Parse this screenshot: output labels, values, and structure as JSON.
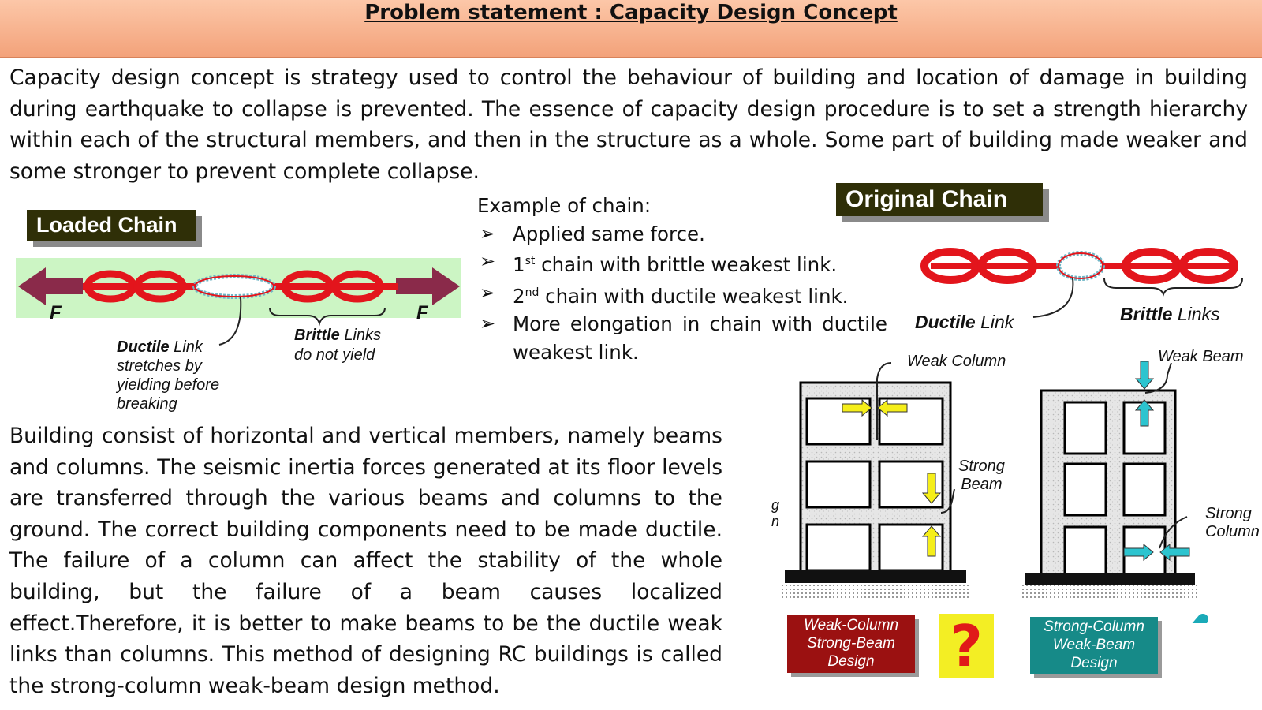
{
  "header": {
    "title": "Problem statement : Capacity Design Concept"
  },
  "intro": "Capacity design concept is strategy  used to control the behaviour of building and location of damage in building during earthquake to collapse is prevented. The essence of capacity design procedure is to set a strength hierarchy within each of the structural members, and then in the structure as a whole. Some part of building made weaker and some stronger to prevent complete collapse.",
  "loaded_chain": {
    "title": "Loaded Chain",
    "force_left": "F",
    "force_right": "F",
    "ductile_bold": "Ductile",
    "ductile_rest": " Link",
    "ductile_lines": [
      "stretches by",
      "yielding before",
      "breaking"
    ],
    "brittle_bold": "Brittle",
    "brittle_rest": " Links",
    "brittle_line2": "do not yield"
  },
  "example": {
    "heading": "Example of chain:",
    "item1": "Applied same force.",
    "item2_num": "1",
    "item2_sup": "st",
    "item2_text": " chain with brittle weakest link.",
    "item3_num": "2",
    "item3_sup": "nd",
    "item3_text": "  chain with ductile weakest link.",
    "item4": "More elongation in chain with ductile weakest link."
  },
  "original_chain": {
    "title": "Original Chain",
    "ductile_bold": "Ductile",
    "ductile_rest": " Link",
    "brittle_bold": "Brittle",
    "brittle_rest": " Links"
  },
  "frames": {
    "weak_column": "Weak Column",
    "strong_beam_1": "Strong",
    "strong_beam_2": "Beam",
    "weak_beam": "Weak Beam",
    "strong_column_1": "Strong",
    "strong_column_2": "Column",
    "cut_left_1": "g",
    "cut_left_2": "n"
  },
  "badges": {
    "weak_column": [
      "Weak-Column",
      "Strong-Beam",
      "Design"
    ],
    "strong_column": [
      "Strong-Column",
      "Weak-Beam",
      "Design"
    ],
    "question": "?"
  },
  "body": "Building consist of horizontal and vertical members, namely beams and columns. The seismic inertia forces generated at its floor levels are transferred through the various beams and columns to the ground. The correct building components need to be made ductile. The failure of a column can affect the stability of the whole building, but the failure of a beam causes localized effect.Therefore, it is better to make beams to be the ductile weak links than columns. This method of designing RC buildings is called the strong-column weak-beam design method.",
  "colors": {
    "header_bg": "#f3a27a",
    "chain_red": "#e3151c",
    "chain_band_bg": "#ccf5c4",
    "force_arrow": "#8a2a4a",
    "label_box": "#2f2f07",
    "badge_red": "#9b1111",
    "badge_teal": "#168a88",
    "arrow_yellow": "#f5ee1a",
    "arrow_cyan": "#2cc4cf"
  }
}
